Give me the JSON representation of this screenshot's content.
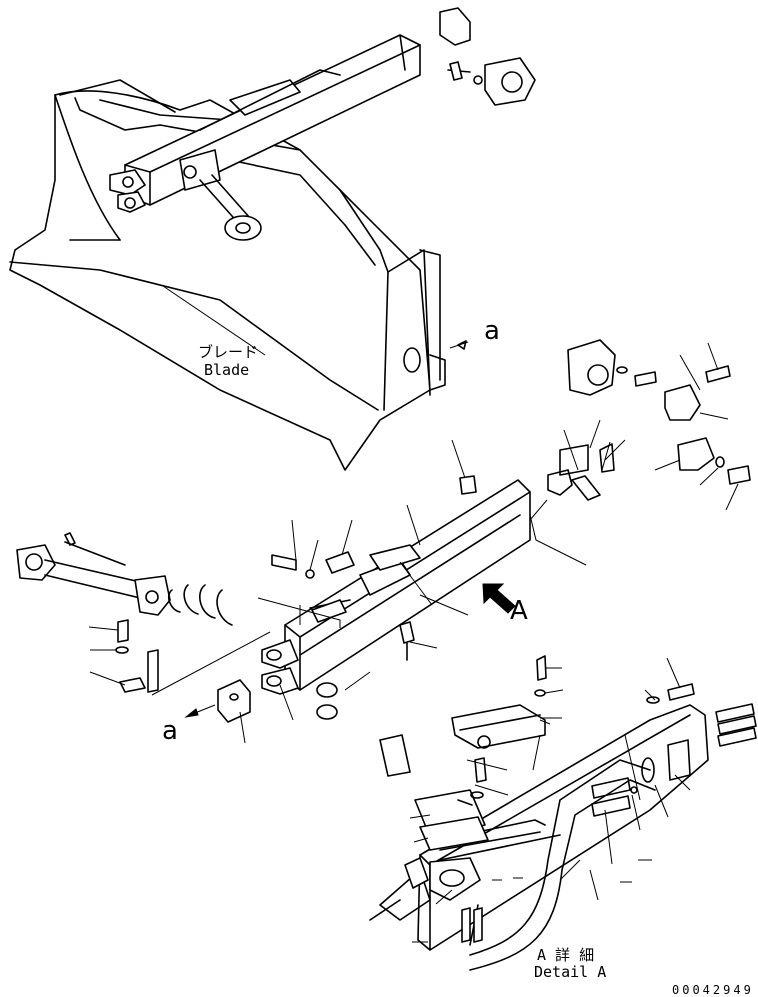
{
  "labels": {
    "blade_jp": "ブレード",
    "blade_en": "Blade",
    "view_a_top": "a",
    "view_a_bottom": "a",
    "arrow_a": "A",
    "detail_jp": "A 詳 細",
    "detail_en": "Detail A",
    "drawing_number": "00042949"
  }
}
